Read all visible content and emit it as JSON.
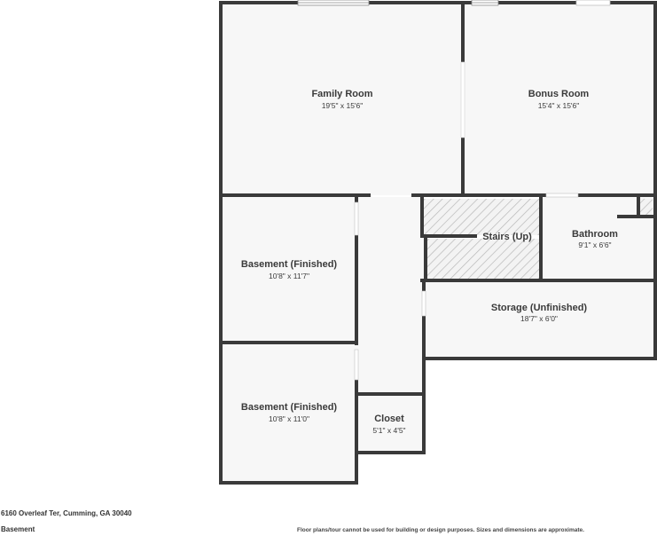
{
  "rooms": {
    "family_room": {
      "name": "Family Room",
      "dims": "19'5\" x 15'6\""
    },
    "bonus_room": {
      "name": "Bonus Room",
      "dims": "15'4\" x 15'6\""
    },
    "basement_1": {
      "name": "Basement (Finished)",
      "dims": "10'8\" x 11'7\""
    },
    "basement_2": {
      "name": "Basement (Finished)",
      "dims": "10'8\" x 11'0\""
    },
    "stairs": {
      "name": "Stairs (Up)"
    },
    "bathroom": {
      "name": "Bathroom",
      "dims": "9'1\" x 6'6\""
    },
    "storage": {
      "name": "Storage (Unfinished)",
      "dims": "18'7\" x 6'0\""
    },
    "closet": {
      "name": "Closet",
      "dims": "5'1\" x 4'5\""
    }
  },
  "footer": {
    "address": "6160 Overleaf Ter, Cumming, GA 30040",
    "level": "Basement",
    "disclaimer": "Floor plans/tour cannot be used for building or design purposes. Sizes and dimensions are approximate."
  },
  "colors": {
    "wall": "#3a3a3a",
    "floor": "#f7f7f7",
    "hatch": "#bdbdbd"
  }
}
